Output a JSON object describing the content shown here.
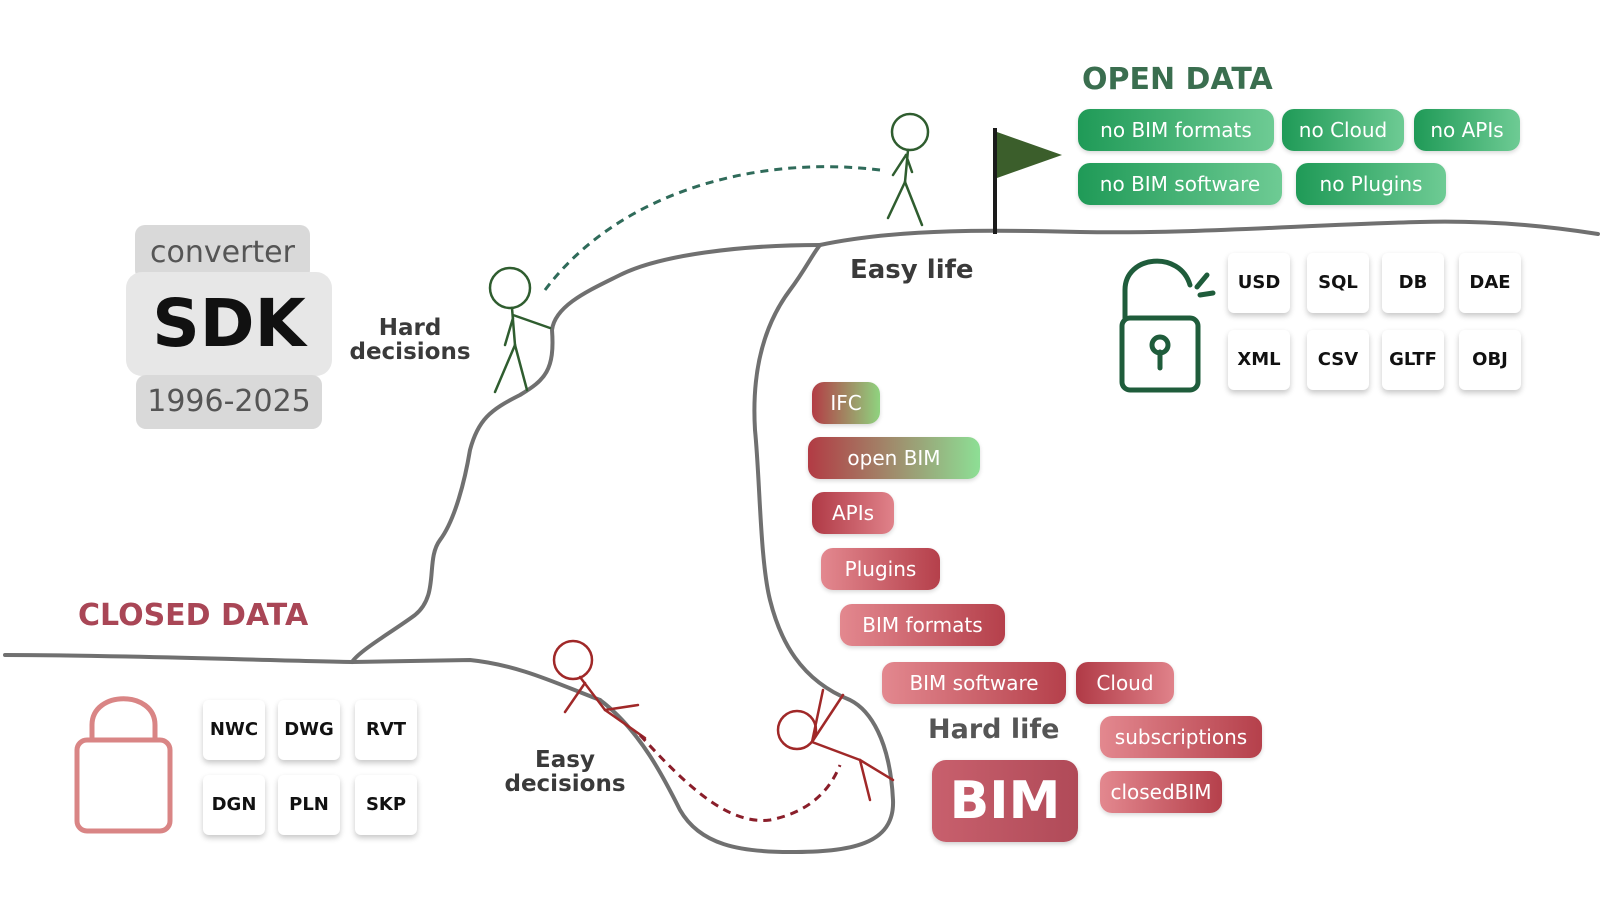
{
  "sdk": {
    "top": "converter",
    "main": "SDK",
    "years": "1996-2025"
  },
  "open_data": {
    "heading": "OPEN DATA",
    "pills": [
      "no BIM formats",
      "no Cloud",
      "no APIs",
      "no BIM software",
      "no Plugins"
    ],
    "formats": [
      "USD",
      "SQL",
      "DB",
      "DAE",
      "XML",
      "CSV",
      "GLTF",
      "OBJ"
    ]
  },
  "closed_data": {
    "heading": "CLOSED DATA",
    "formats": [
      "NWC",
      "DWG",
      "RVT",
      "DGN",
      "PLN",
      "SKP"
    ],
    "pills": [
      "IFC",
      "open BIM",
      "APIs",
      "Plugins",
      "BIM formats",
      "BIM software",
      "Cloud",
      "subscriptions",
      "closedBIM"
    ],
    "main_label": "BIM"
  },
  "captions": {
    "hard_decisions": [
      "Hard",
      "decisions"
    ],
    "easy_life": "Easy life",
    "easy_decisions": [
      "Easy",
      "decisions"
    ],
    "hard_life": "Hard life"
  },
  "colors": {
    "open": "#3a6e4f",
    "closed": "#a94656",
    "terrain": "#707070",
    "open_figure": "#2f5d2f",
    "closed_figure": "#a02828",
    "flag": "#3b5e2b"
  },
  "icons": [
    "unlocked-padlock-icon",
    "locked-padlock-icon",
    "flag-icon",
    "stick-figure-icon"
  ]
}
